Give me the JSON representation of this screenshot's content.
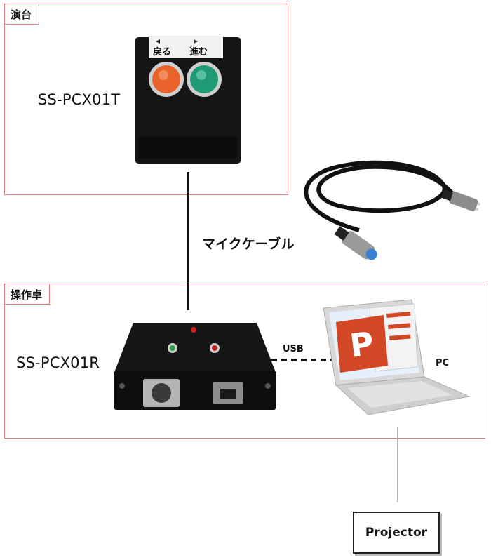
{
  "zones": {
    "stage": {
      "label": "演台"
    },
    "console": {
      "label": "操作卓"
    }
  },
  "devices": {
    "transmitter": {
      "model": "SS-PCX01T",
      "button_back": "戻る",
      "button_forward": "進む"
    },
    "receiver": {
      "model": "SS-PCX01R"
    }
  },
  "connections": {
    "mic_cable": "マイクケーブル",
    "usb": "USB",
    "pc": "PC"
  },
  "projector": {
    "label": "Projector"
  },
  "colors": {
    "zone_border": "#e07b7b",
    "button_orange": "#e8622a",
    "button_green": "#1e9a74",
    "powerpoint": "#d24726"
  }
}
